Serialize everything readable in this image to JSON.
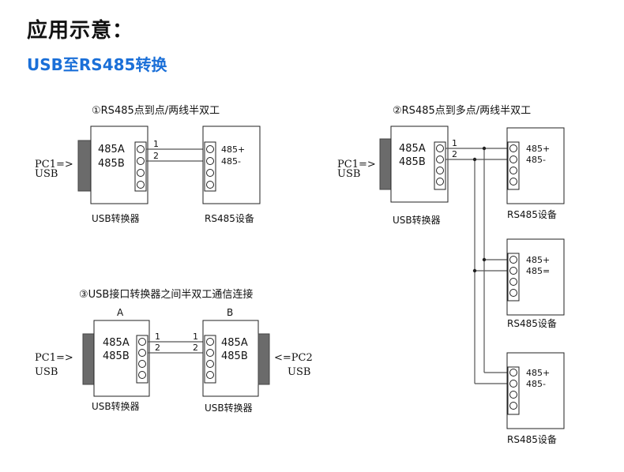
{
  "header": {
    "title": "应用示意：",
    "subtitle": "USB至RS485转换"
  },
  "diagram1": {
    "title": "①RS485点到点/两线半双工",
    "pc_line1": "PC1=>",
    "pc_line2": "USB",
    "chip_a": "485A",
    "chip_b": "485B",
    "wire1": "1",
    "wire2": "2",
    "dev_plus": "485+",
    "dev_minus": "485-",
    "converter_label": "USB转换器",
    "device_label": "RS485设备"
  },
  "diagram2": {
    "title": "②RS485点到多点/两线半双工",
    "pc_line1": "PC1=>",
    "pc_line2": "USB",
    "chip_a": "485A",
    "chip_b": "485B",
    "wire1": "1",
    "wire2": "2",
    "converter_label": "USB转换器",
    "devices": [
      {
        "plus": "485+",
        "minus": "485-",
        "label": "RS485设备"
      },
      {
        "plus": "485+",
        "minus": "485=",
        "label": "RS485设备"
      },
      {
        "plus": "485+",
        "minus": "485-",
        "label": "RS485设备"
      }
    ]
  },
  "diagram3": {
    "title": "③USB接口转换器之间半双工通信连接",
    "left_letter": "A",
    "right_letter": "B",
    "pc1_line1": "PC1=>",
    "pc1_line2": "USB",
    "pc2_line1": "<=PC2",
    "pc2_line2": "USB",
    "chip_a": "485A",
    "chip_b": "485B",
    "wire1": "1",
    "wire2": "2",
    "left_label": "USB转换器",
    "right_label": "USB转换器"
  }
}
